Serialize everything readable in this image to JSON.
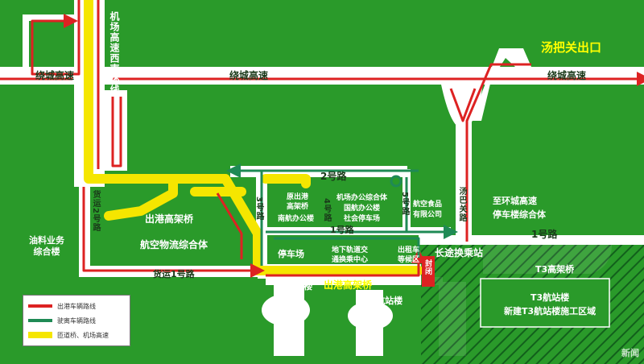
{
  "roads": {
    "ring_expressway_left": "绕城高速",
    "ring_expressway_mid": "绕城高速",
    "ring_expressway_right": "绕城高速",
    "airport_expressway": "机场高速西南环线",
    "freight_road_2": "货运2号路",
    "freight_road_1": "货运1号路",
    "road_2": "2号路",
    "road_1_inner": "1号路",
    "road_1_outer": "1号路",
    "road_3": "3号路",
    "road_4": "4号路",
    "road_5": "5号路",
    "tangba_road": "汤巴关路",
    "departure_bridge_upper": "出港高架桥",
    "departure_bridge_lower": "出港高架桥",
    "t3_bridge": "T3高架桥"
  },
  "places": {
    "exit": "汤把关出口",
    "oil_center": [
      "油料业务",
      "综合楼"
    ],
    "logistics_center": "航空物流综合体",
    "south_office": [
      "南航办公楼"
    ],
    "old_bridge": [
      "原出港",
      "高架桥"
    ],
    "airport_offices": [
      "机场办公综合体",
      "国航办公楼",
      "社会停车场"
    ],
    "airport_food": [
      "航空食品",
      "有限公司"
    ],
    "ring_transfer": [
      "至环城高速",
      "停车楼综合体"
    ],
    "parking": "停车场",
    "metro_center": [
      "地下轨道交",
      "通换乘中心"
    ],
    "taxi_wait": [
      "出租车",
      "等候区"
    ],
    "coach_transfer": "长途换乘站",
    "t1": "T1航站楼",
    "t2": "T2航站楼",
    "t3": [
      "T3航站楼",
      "新建T3航站楼施工区域"
    ],
    "restricted": "封闭"
  },
  "legend": {
    "departure": "出港车辆路线",
    "arrival": "驶离车辆路线",
    "viaduct": "匝道桥、机场高速"
  },
  "colors": {
    "grass": "#2a9a2a",
    "road": "#ffffff",
    "departure_route": "#dd2222",
    "arrival_route": "#1f8a55",
    "viaduct": "#f5e600",
    "label_dark": "#1a3a1a"
  },
  "watermark": "新闻"
}
